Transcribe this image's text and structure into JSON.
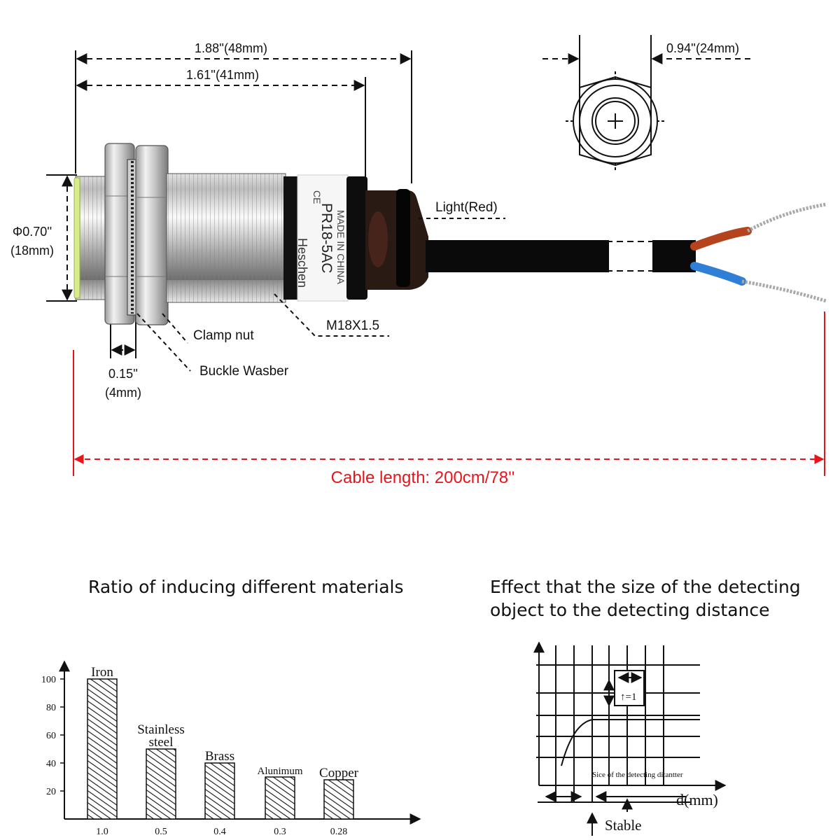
{
  "dimensions": {
    "overall_length": "1.88''(48mm)",
    "thread_length": "1.61''(41mm)",
    "hex_width": "0.94''(24mm)",
    "diameter_in": "Φ0.70''",
    "diameter_mm": "(18mm)",
    "nut_thickness_in": "0.15''",
    "nut_thickness_mm": "(4mm)",
    "cable_length": "Cable length: 200cm/78''"
  },
  "callouts": {
    "light": "Light(Red)",
    "thread": "M18X1.5",
    "clamp_nut": "Clamp nut",
    "buckle_washer": "Buckle Wasber"
  },
  "sensor_label": {
    "brand": "Heschen",
    "model": "PR18-5AC",
    "origin": "MADE IN CHINA",
    "ce": "CE"
  },
  "colors": {
    "accent_red": "#e8141c",
    "wire_brown": "#b5431e",
    "wire_blue": "#2f7fd6",
    "sensor_face": "#d9ec8a"
  },
  "materials_chart": {
    "heading": "Ratio of inducing different materials",
    "chart_data": {
      "type": "bar",
      "categories": [
        "Iron",
        "Stainless steel",
        "Brass",
        "Alunimum",
        "Copper"
      ],
      "category_lines": [
        [
          "Iron"
        ],
        [
          "Stainless",
          "steel"
        ],
        [
          "Brass"
        ],
        [
          "Alunimum"
        ],
        [
          "Copper"
        ]
      ],
      "x_tick_labels": [
        "1.0",
        "0.5",
        "0.4",
        "0.3",
        "0.28"
      ],
      "values": [
        100,
        50,
        40,
        30,
        28
      ],
      "y_ticks": [
        "100",
        "80",
        "60",
        "40",
        "20"
      ],
      "ylim": [
        0,
        110
      ]
    }
  },
  "distance_chart": {
    "heading_line1": "Effect that the size of the detecting",
    "heading_line2": "object to the detecting distance",
    "axis_label": "d(mm)",
    "inner_label": "Sice of the detecting ditantter",
    "box_label": "↑=1",
    "stable_label": "Stable"
  }
}
